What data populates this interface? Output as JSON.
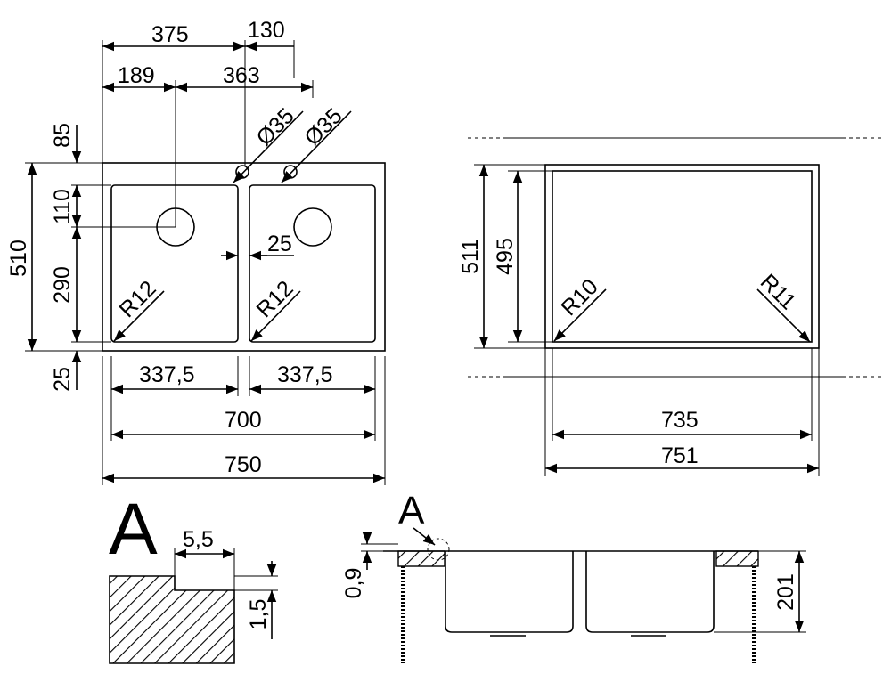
{
  "diagram": {
    "top_view": {
      "widths": {
        "w375": "375",
        "w130": "130",
        "w189": "189",
        "w363": "363",
        "bowl_left": "337,5",
        "bowl_right": "337,5",
        "inner_total": "700",
        "outer_total": "750",
        "gap": "25"
      },
      "heights": {
        "h85": "85",
        "h110": "110",
        "h290": "290",
        "h25": "25",
        "total": "510"
      },
      "holes": {
        "left": "Ø35",
        "right": "Ø35"
      },
      "radii": {
        "left": "R12",
        "right": "R12"
      }
    },
    "cutout_view": {
      "heights": {
        "outer": "511",
        "inner": "495"
      },
      "widths": {
        "inner": "735",
        "outer": "751"
      },
      "radii": {
        "left": "R10",
        "right": "R11"
      }
    },
    "detail": {
      "label": "A",
      "width": "5,5",
      "height": "1,5"
    },
    "section": {
      "label": "A",
      "thickness": "0,9",
      "depth": "201"
    }
  }
}
